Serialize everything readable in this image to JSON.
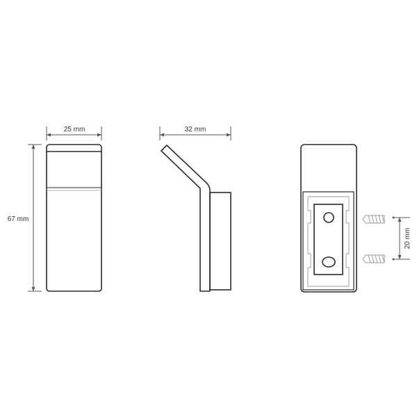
{
  "dimensions": {
    "front_width": "25 mm",
    "height": "67 mm",
    "side_depth": "32 mm",
    "screw_spacing": "20 mm"
  },
  "colors": {
    "line": "#2a2a2a",
    "dim": "#555555",
    "bracket": "#b0b0b0"
  }
}
